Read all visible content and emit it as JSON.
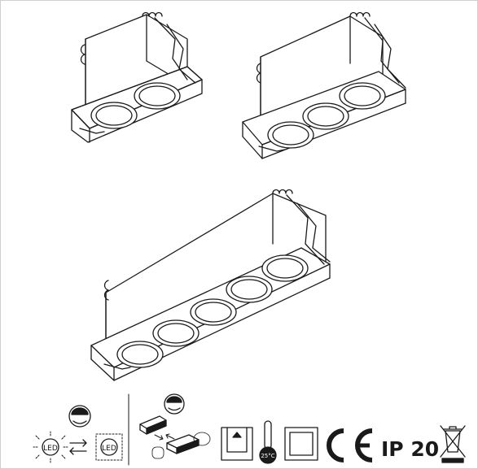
{
  "products": [
    {
      "name": "two-lamp-fixture",
      "lamps": 2
    },
    {
      "name": "three-lamp-fixture",
      "lamps": 3
    },
    {
      "name": "five-lamp-fixture",
      "lamps": 5
    }
  ],
  "icons": {
    "led_label": "LED",
    "temperature_label": "25°C",
    "ip_rating": "IP 20",
    "ce_mark": "CE"
  },
  "colors": {
    "line": "#1a1a1a",
    "border": "#cfcfcf",
    "background": "#ffffff"
  }
}
